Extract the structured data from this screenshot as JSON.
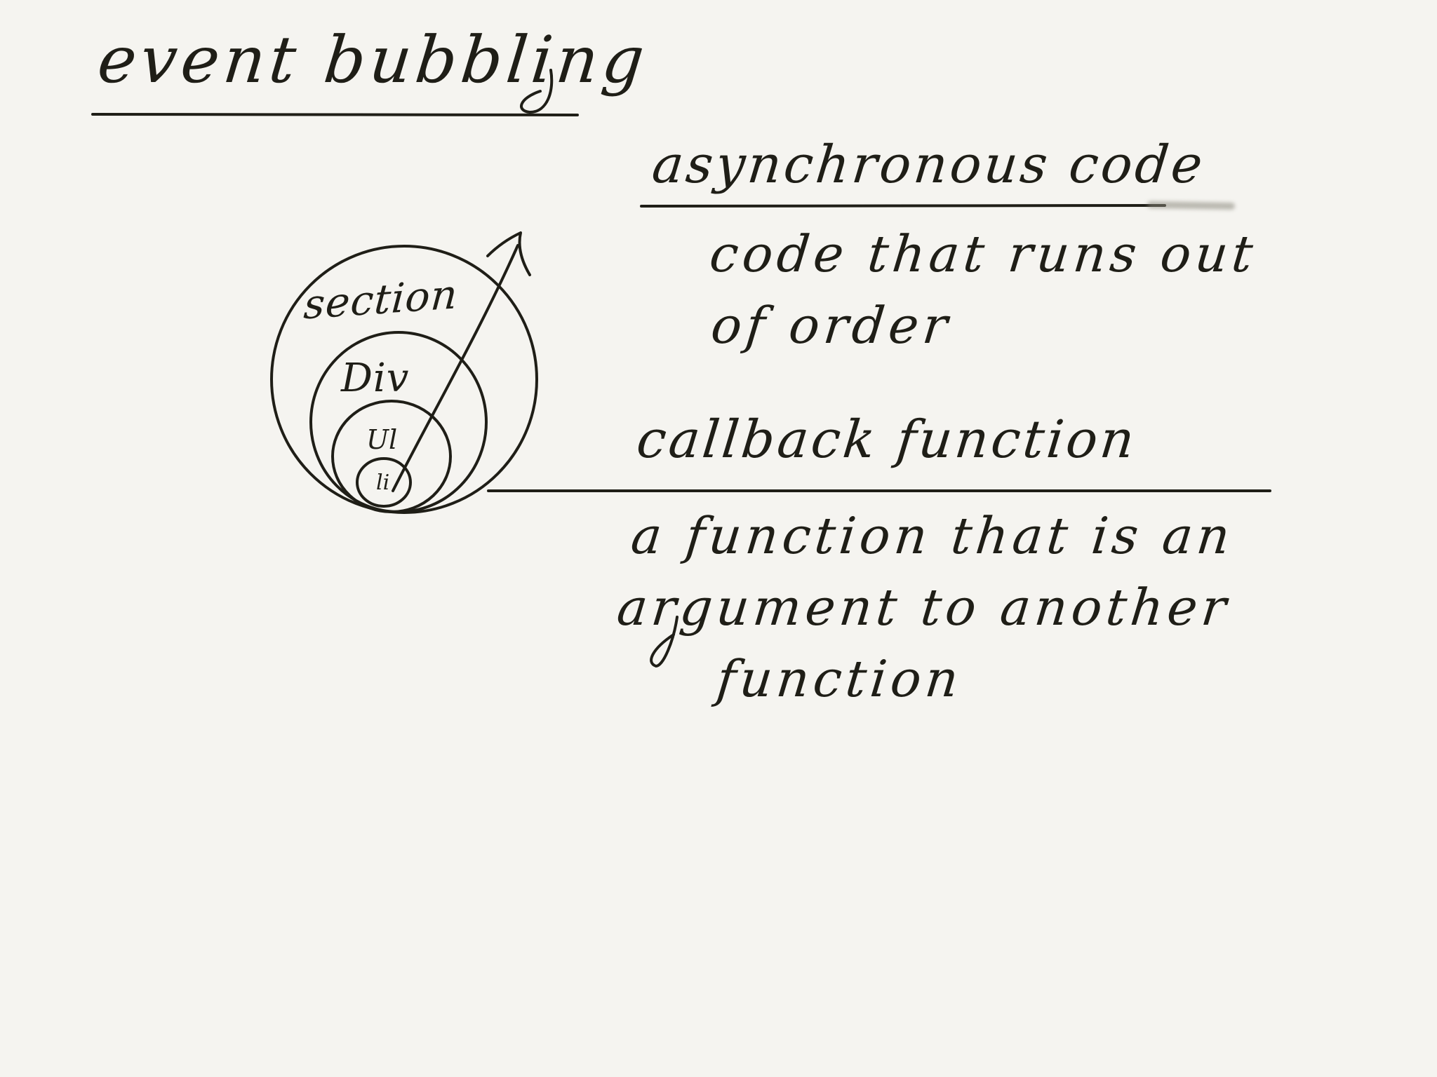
{
  "page": {
    "title": "event bubbling",
    "diagram": {
      "outer_label": "section",
      "middle_label": "Div",
      "inner_label": "Ul",
      "innermost_label": "li"
    },
    "sections": [
      {
        "heading": "asynchronous code",
        "lines": [
          "code that runs out",
          "of order"
        ]
      },
      {
        "heading": "callback function",
        "lines": [
          "a function that is an",
          "argument to another",
          "function"
        ]
      }
    ]
  },
  "colors": {
    "background": "#f5f4f0",
    "ink": "#1f1e17"
  }
}
